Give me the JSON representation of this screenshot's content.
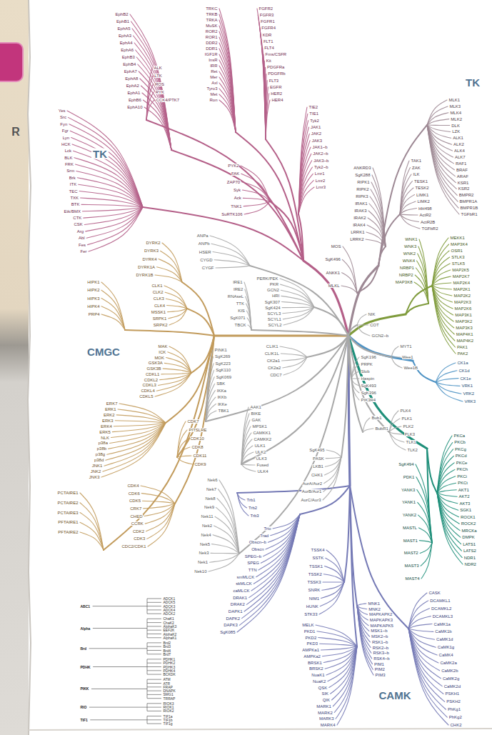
{
  "diagram": {
    "labels": [
      "R",
      "TK",
      "CMGC",
      "CAMK",
      "TK",
      "TRKC",
      "TRKB",
      "TRKA",
      "MuSK",
      "ROR2",
      "ROR1",
      "DDR2",
      "DDR1",
      "IGF1R",
      "InsR",
      "IRR",
      "Ret",
      "Mer",
      "Axl",
      "Tyro3",
      "Met",
      "Ron",
      "FGFR2",
      "FGFR3",
      "FGFR1",
      "FGFR4",
      "KDR",
      "FLT1",
      "FLT4",
      "Fms/CSFR",
      "Kit",
      "PDGFRa",
      "PDGFRb",
      "FLT3",
      "EGFR",
      "HER2",
      "HER4",
      "TIE2",
      "TIE1",
      "Tyk2",
      "JAK1",
      "JAK2",
      "JAK3",
      "JAK1~b",
      "JAK2~b",
      "JAK3~b",
      "Tyk2~b",
      "Lmr1",
      "Lmr2",
      "Lmr3",
      "EphB2",
      "EphB1",
      "EphA5",
      "EphA3",
      "EphA4",
      "EphA6",
      "EphB3",
      "EphB4",
      "EphA7",
      "EphA8",
      "EphA2",
      "EphA1",
      "EphB6",
      "EphA10",
      "ALK",
      "LTK",
      "ROS",
      "RYK",
      "CCK4/PTK7",
      "Yes",
      "Src",
      "Fyn",
      "Fgr",
      "Lyn",
      "HCK",
      "Lck",
      "BLK",
      "FRK",
      "Srm",
      "Brk",
      "ITK",
      "TEC",
      "TXK",
      "BTK",
      "Etk/BMX",
      "CTK",
      "CSK",
      "Arg",
      "Abl",
      "Fes",
      "Fer",
      "PYK2",
      "FAK",
      "ZAP70",
      "Syk",
      "Ack",
      "TNK1",
      "SuRTK106",
      "MLK1",
      "MLK3",
      "MLK4",
      "MLK2",
      "DLK",
      "LZK",
      "ALK1",
      "ALK2",
      "ALK4",
      "ALK7",
      "RAF1",
      "BRAF",
      "ARAF",
      "KSR1",
      "KSR2",
      "BMPR2",
      "BMPR1A",
      "BMPR1B",
      "TGFbR1",
      "TAK1",
      "ZAK",
      "ILK",
      "TESK1",
      "TESK2",
      "LIMK1",
      "LIMK2",
      "HH498",
      "ActR2",
      "ActR2B",
      "TGFbR2",
      "ANKRD3",
      "SgK288",
      "RIPK1",
      "RIPK2",
      "RIPK3",
      "IRAK1",
      "IRAK3",
      "IRAK2",
      "IRAK4",
      "LRRK1",
      "LRRK2",
      "MOS",
      "SgK496",
      "ANKK1",
      "MLKL",
      "MEKK1",
      "MAP3K4",
      "OSR1",
      "STLK3",
      "STLK5",
      "MAP2K5",
      "MAP2K7",
      "MAP2K4",
      "MAP2K1",
      "MAP2K2",
      "MAP2K3",
      "MAP2K6",
      "MAP3K1",
      "MAP3K2",
      "MAP3K3",
      "MAP4K1",
      "MAP4K2",
      "PAK1",
      "PAK2",
      "WNK1",
      "WNK3",
      "WNK2",
      "WNK4",
      "NRBP1",
      "NRBP2",
      "MAP3K8",
      "CK1a",
      "CK1d",
      "CK1e",
      "VRK1",
      "VRK2",
      "VRK3",
      "PKCa",
      "PKCb",
      "PKCg",
      "PKCd",
      "PKCe",
      "PKCh",
      "PKCi",
      "PKCt",
      "AKT1",
      "AKT2",
      "AKT3",
      "SGK1",
      "ROCK1",
      "ROCK2",
      "MRCKa",
      "DMPK",
      "LATS1",
      "LATS2",
      "NDR1",
      "NDR2",
      "SgK494",
      "PDK1",
      "YANK3",
      "YANK1",
      "YANK2",
      "MASTL",
      "MAST1",
      "MAST2",
      "MAST3",
      "MAST4",
      "Trio",
      "Trad",
      "Obscn~b",
      "Obscn",
      "SPEG~b",
      "SPEG",
      "TTN",
      "smMLCK",
      "skMLCK",
      "caMLCK",
      "DRAK1",
      "DRAK2",
      "DAPK1",
      "DAPK2",
      "DAPK3",
      "SgK085",
      "TSSK4",
      "SSTK",
      "TSSK1",
      "TSSK2",
      "TSSK3",
      "SNRK",
      "NIM1",
      "HUNK",
      "STK33",
      "MELK",
      "PKD1",
      "PKD2",
      "PKD3",
      "AMPKa1",
      "AMPKa2",
      "BRSK1",
      "BRSK2",
      "NuaK1",
      "NuaK2",
      "QSK",
      "SIK",
      "QIK",
      "MARK1",
      "MARK2",
      "MARK3",
      "MARK4",
      "CASK",
      "DCAMKL1",
      "DCAMKL2",
      "DCAMKL3",
      "CaMK1a",
      "CaMK1b",
      "CaMK1d",
      "CaMK1g",
      "CaMK4",
      "CaMK2a",
      "CaMK2b",
      "CaMK2g",
      "CaMK2d",
      "PSKH1",
      "PSKH2",
      "PhKg1",
      "PhKg2",
      "CHK2",
      "MNK1",
      "MNK2",
      "MAPKAPK2",
      "MAPKAPK3",
      "MAPKAPK5",
      "MSK1~b",
      "MSK2~b",
      "RSK1~b",
      "RSK2~b",
      "RSK3~b",
      "RSK4~b",
      "PIM1",
      "PIM2",
      "PIM3",
      "Trb1",
      "Trb2",
      "Trb3",
      "DYRK2",
      "DYRK3",
      "DYRK4",
      "DYRK1A",
      "DYRK1B",
      "HIPK1",
      "HIPK2",
      "HIPK3",
      "HIPK4",
      "PRP4",
      "CLK1",
      "CLK2",
      "CLK3",
      "CLK4",
      "MSSK1",
      "SRPK1",
      "SRPK2",
      "MAK",
      "ICK",
      "MOK",
      "GSK3A",
      "GSK3B",
      "CDKL1",
      "CDKL2",
      "CDKL3",
      "CDKL4",
      "CDKL5",
      "ERK7",
      "ERK1",
      "ERK2",
      "ERK3",
      "ERK4",
      "ERK5",
      "NLK",
      "p38a",
      "p38b",
      "p38g",
      "p38d",
      "JNK1",
      "JNK2",
      "JNK3",
      "CDK7",
      "PITSLRE",
      "CDK10",
      "CDK8",
      "CDK11",
      "CDK9",
      "CDK4",
      "CDK6",
      "CDK5",
      "CRK7",
      "CHED",
      "CCRK",
      "CDK2",
      "CDK3",
      "CDC2/CDK1",
      "PCTAIRE1",
      "PCTAIRE2",
      "PCTAIRE3",
      "PFTAIRE1",
      "PFTAIRE2",
      "ANPa",
      "ANPb",
      "HSER",
      "CYGD",
      "CYGF",
      "PERK/PEK",
      "PKR",
      "GCN2",
      "HRI",
      "SgK307",
      "SgK424",
      "SCYL3",
      "SCYL1",
      "SCYL2",
      "IRE1",
      "IRE2",
      "RNAseL",
      "TTK",
      "KIS",
      "SgK071",
      "TBCK",
      "CLIK1",
      "CLIK1L",
      "CK2a1",
      "CK2a2",
      "CDC7",
      "PINK1",
      "SgK269",
      "SgK223",
      "SgK110",
      "SgK069",
      "SBK",
      "IKKa",
      "IKKb",
      "IKKe",
      "TBK1",
      "AAK1",
      "BIKE",
      "GAK",
      "MPSK1",
      "CAMKK1",
      "CAMKK2",
      "ULK1",
      "ULK2",
      "ULK3",
      "Fused",
      "ULK4",
      "Nek6",
      "Nek7",
      "Nek8",
      "Nek9",
      "Nek11",
      "Nek2",
      "Nek4",
      "Nek5",
      "Nek3",
      "Nek1",
      "Nek10",
      "NIK",
      "COT",
      "GCN2~b",
      "MYT1",
      "Wee1",
      "Wee1B",
      "SgK196",
      "PRPK",
      "Slob",
      "Haspin",
      "SgK493",
      "SgK396",
      "PIK3R4",
      "Bub1",
      "BubR1",
      "PLK4",
      "PLK1",
      "PLK2",
      "PLK3",
      "TLK1",
      "TLK2",
      "SgK495",
      "PASK",
      "LKB1",
      "CHK1",
      "AurA/Aur2",
      "AurB/Aur1",
      "AurC/Aur3",
      "ABC1",
      "ADCK1",
      "ADCK5",
      "ADCK3",
      "ADCK4",
      "ADCK2",
      "Alpha",
      "ChaK1",
      "ChaK2",
      "AlphaK3",
      "EEF2K",
      "AlphaK2",
      "AlphaK1",
      "Brd",
      "Brd2",
      "Brd3",
      "Brd4",
      "BrdT",
      "PDHK",
      "PDHK1",
      "PDHK2",
      "PDHK3",
      "PDHK4",
      "BCKDK",
      "PIKK",
      "ATM",
      "ATR",
      "FRAP",
      "DNAPK",
      "SMG1",
      "TRRAP",
      "RIO",
      "RIOK3",
      "RIOK1",
      "RIOK2",
      "TIF1",
      "TIF1a",
      "TIF1b",
      "TIF1g"
    ]
  }
}
